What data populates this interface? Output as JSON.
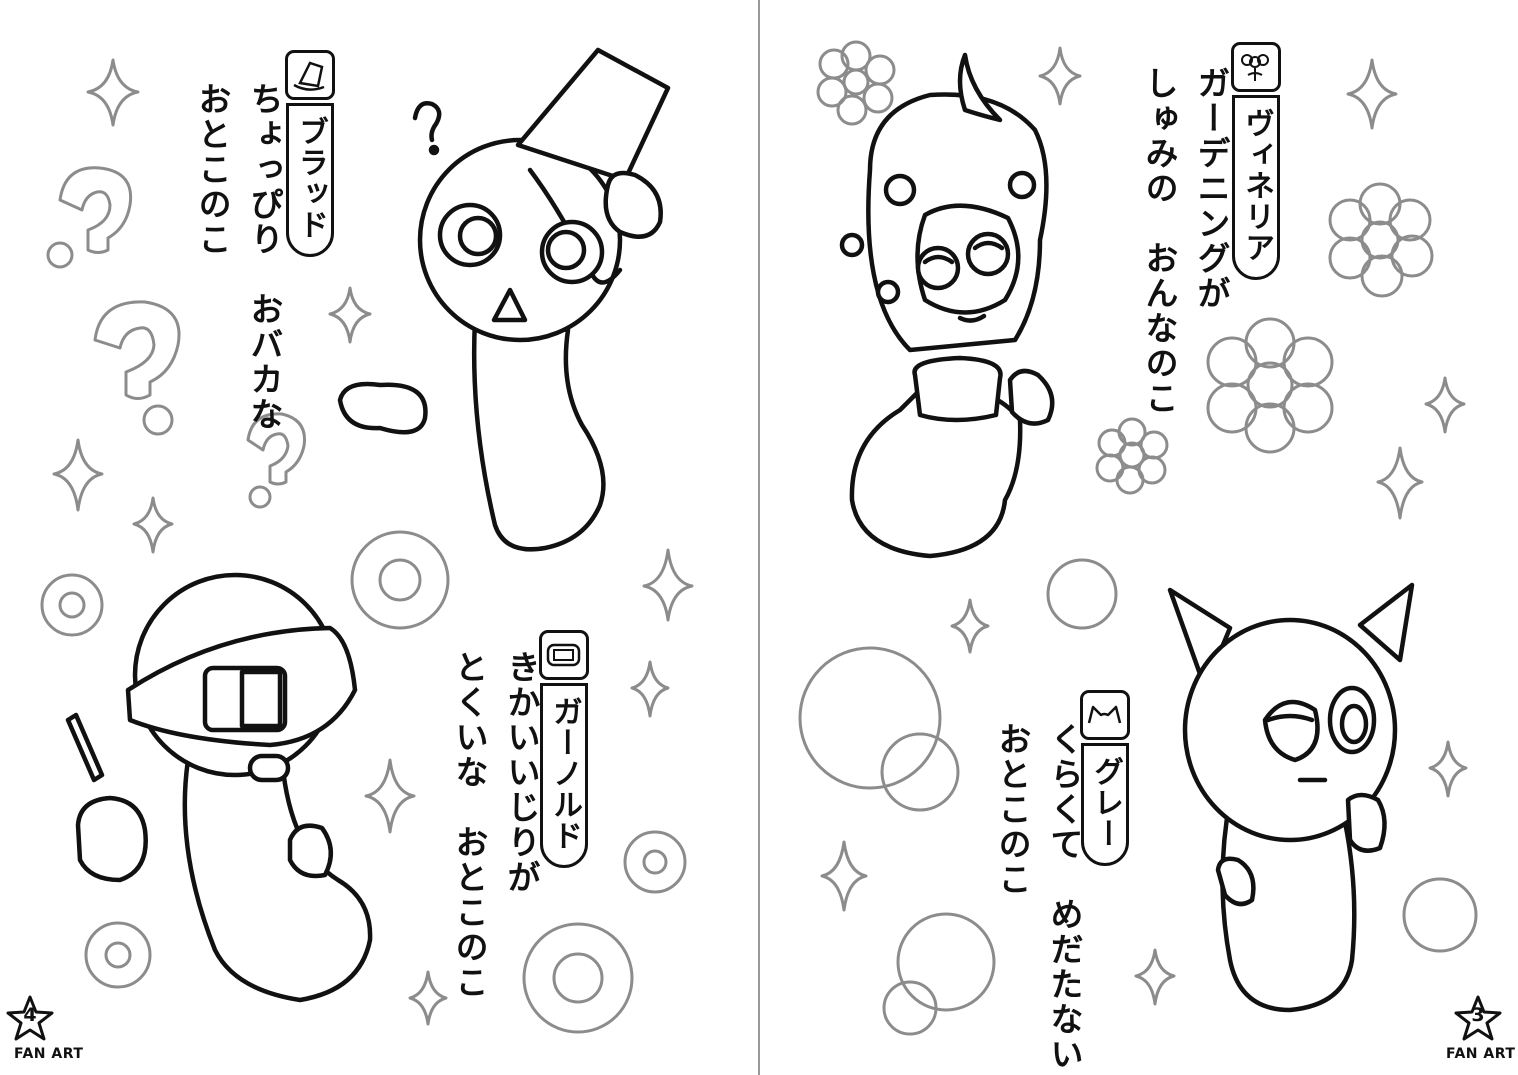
{
  "pages": {
    "left": {
      "number": "4",
      "footer": "FAN ART",
      "characters": [
        {
          "id": "brad",
          "name": "ブラッド",
          "description": "ちょっぴり　おバカな\nおとこのこ",
          "icon": "top-hat-icon"
        },
        {
          "id": "garnold",
          "name": "ガーノルド",
          "description": "きかいいじりが\nとくいな　おとこのこ",
          "icon": "welding-mask-icon"
        }
      ]
    },
    "right": {
      "number": "3",
      "footer": "FAN ART",
      "characters": [
        {
          "id": "vineria",
          "name": "ヴィネリア",
          "description": "ガーデニングが\nしゅみの　おんなのこ",
          "icon": "flower-icon"
        },
        {
          "id": "gray",
          "name": "グレー",
          "description": "くらくて　めだたない\nおとこのこ",
          "icon": "cat-ears-icon"
        }
      ]
    }
  },
  "colors": {
    "ink": "#111111",
    "decoration": "#8c8c8c",
    "divider": "#9a9a9a"
  }
}
